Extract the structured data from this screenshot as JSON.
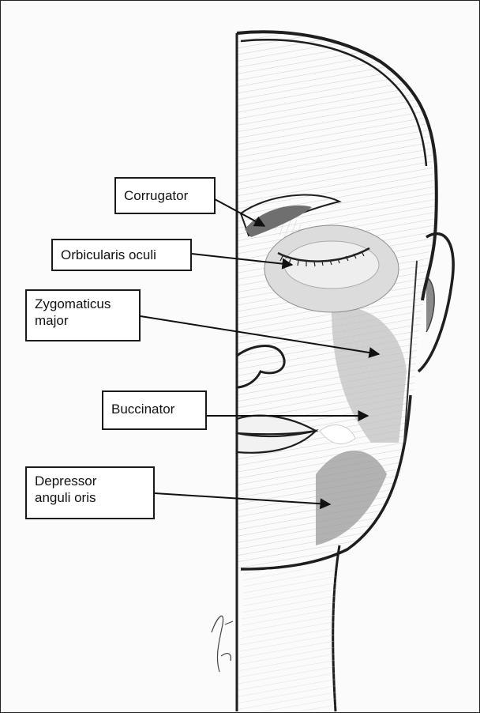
{
  "labels": {
    "corrugator": "Corrugator",
    "orbicularis_oculi": "Orbicularis oculi",
    "zygomaticus_line1": "Zygomaticus",
    "zygomaticus_line2": "major",
    "buccinator": "Buccinator",
    "depressor_line1": "Depressor",
    "depressor_line2": "anguli oris"
  },
  "colors": {
    "outline": "#1e1e1e",
    "muscle_dark": "#6f6f6f",
    "muscle_mid": "#a9a9a9",
    "muscle_light": "#d6d6d6"
  }
}
